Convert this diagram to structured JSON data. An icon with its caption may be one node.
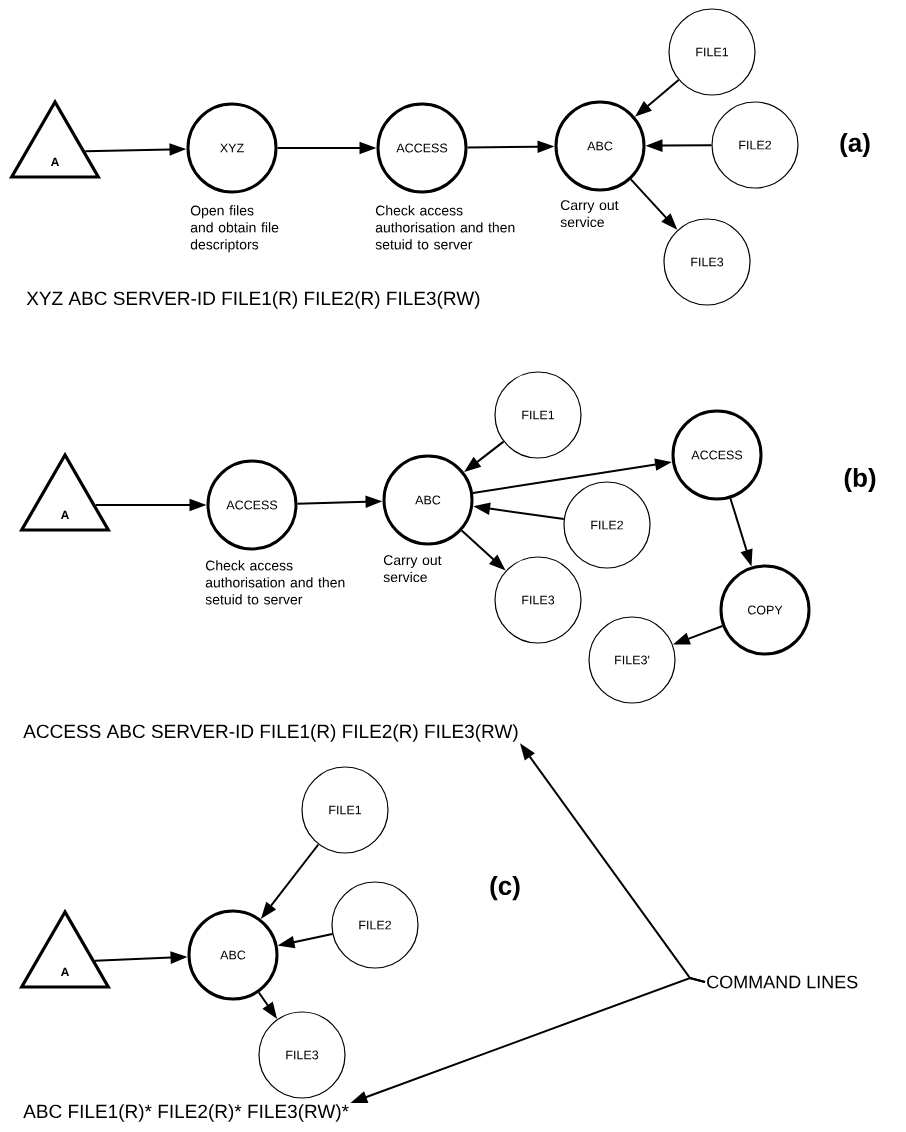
{
  "diagram": {
    "nodes": [
      {
        "text": [
          "A"
        ]
      },
      {
        "text": [
          "XYZ"
        ],
        "beside": [
          "Open files and obtain file descriptors"
        ]
      },
      {
        "text": [
          "ACCESS"
        ],
        "beside": [
          "Check access authorisation and then setuid to server"
        ]
      },
      {
        "text": [
          "ABC"
        ],
        "beside": [
          "Carry out service"
        ]
      },
      {
        "text": [
          "FILE1"
        ]
      },
      {
        "text": [
          "FILE2"
        ]
      },
      {
        "text": [
          "FILE3"
        ]
      },
      {
        "text": [
          "A"
        ]
      },
      {
        "text": [
          "ACCESS"
        ],
        "beside": [
          "Check access authorisation and then setuid to server"
        ]
      },
      {
        "text": [
          "ABC"
        ],
        "beside": [
          "Carry out service"
        ]
      },
      {
        "text": [
          "FILE1"
        ]
      },
      {
        "text": [
          "FILE2"
        ]
      },
      {
        "text": [
          "FILE3"
        ]
      },
      {
        "text": [
          "ACCESS"
        ]
      },
      {
        "text": [
          "COPY"
        ]
      },
      {
        "text": [
          "FILE3'"
        ]
      },
      {
        "text": [
          "ACCESS ABC SERVER-ID FILE1(R) FILE2(R) FILE3(RW)"
        ]
      },
      {
        "text": [
          "A"
        ]
      },
      {
        "text": [
          "ABC"
        ]
      },
      {
        "text": [
          "FILE1"
        ]
      },
      {
        "text": [
          "FILE2"
        ]
      },
      {
        "text": [
          "FILE3"
        ]
      },
      {
        "text": [
          "ABC FILE1(R)* FILE2(R)* FILE3(RW)*"
        ]
      },
      {
        "text": [
          "COMMAND LINES"
        ]
      }
    ],
    "edges": [
      {
        "from": 0,
        "to": 1,
        "arrow": "to"
      },
      {
        "from": 1,
        "to": 2,
        "arrow": "to"
      },
      {
        "from": 2,
        "to": 3,
        "arrow": "to"
      },
      {
        "from": 4,
        "to": 3,
        "arrow": "to"
      },
      {
        "from": 5,
        "to": 3,
        "arrow": "to"
      },
      {
        "from": 3,
        "to": 6,
        "arrow": "to"
      },
      {
        "from": 7,
        "to": 8,
        "arrow": "to"
      },
      {
        "from": 8,
        "to": 9,
        "arrow": "to"
      },
      {
        "from": 10,
        "to": 9,
        "arrow": "to"
      },
      {
        "from": 9,
        "to": 13,
        "arrow": "to"
      },
      {
        "from": 11,
        "to": 9,
        "arrow": "to"
      },
      {
        "from": 9,
        "to": 12,
        "arrow": "to"
      },
      {
        "from": 13,
        "to": 14,
        "arrow": "to"
      },
      {
        "from": 14,
        "to": 15,
        "arrow": "to"
      },
      {
        "from": 17,
        "to": 18,
        "arrow": "to"
      },
      {
        "from": 19,
        "to": 18,
        "arrow": "to"
      },
      {
        "from": 20,
        "to": 18,
        "arrow": "to"
      },
      {
        "from": 18,
        "to": 21,
        "arrow": "to"
      },
      {
        "from": 23,
        "to": 16,
        "arrow": "to"
      },
      {
        "from": 23,
        "to": 22,
        "arrow": "to"
      }
    ],
    "labels": [
      "(a)",
      "XYZ ABC  SERVER-ID FILE1(R) FILE2(R) FILE3(RW)",
      "(b)",
      "(c)"
    ]
  }
}
